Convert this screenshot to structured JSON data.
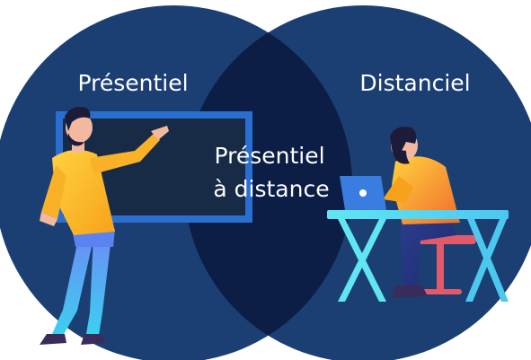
{
  "diagram": {
    "left_label": "Présentiel",
    "right_label": "Distanciel",
    "center_label_line1": "Présentiel",
    "center_label_line2": "à distance"
  },
  "colors": {
    "circle_fill": "#1b3f73",
    "intersection_fill": "#0c1d46",
    "board_fill": "#16253a",
    "board_frame": "#2a6fd0",
    "label_text": "#ffffff"
  }
}
